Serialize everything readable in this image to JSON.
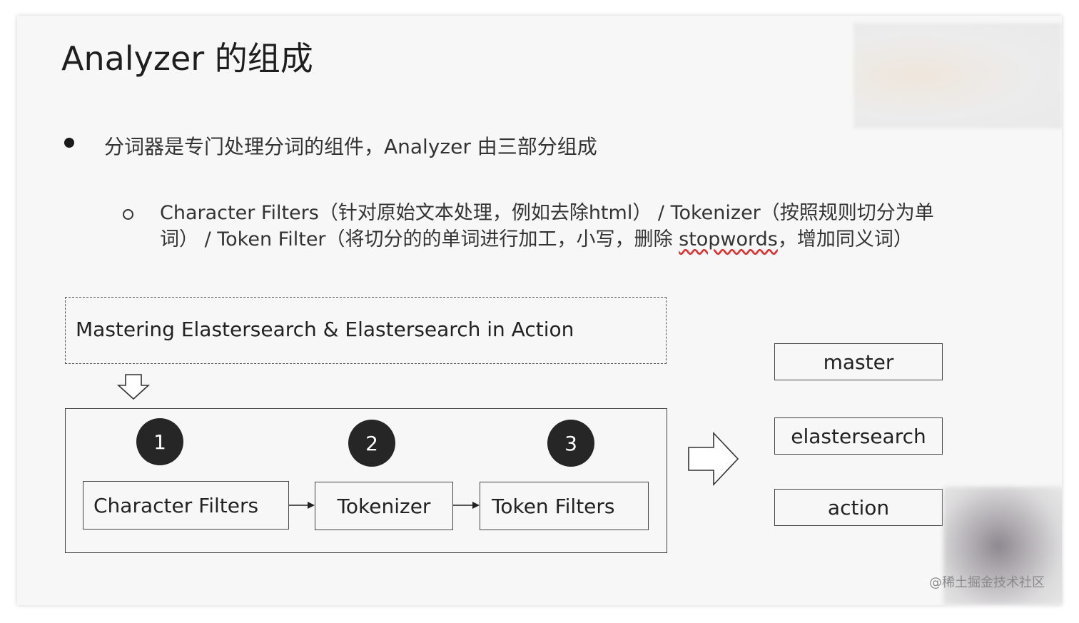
{
  "slide": {
    "title": "Analyzer 的组成",
    "bullet": "分词器是专门处理分词的组件，Analyzer 由三部分组成",
    "sub_bullet": {
      "part1": "Character Filters（针对原始文本处理，例如去除html） / Tokenizer（按照规则切分为单词） / Token Filter（将切分的的单词进行加工，小写，删除 ",
      "stopwords": "stopwords",
      "part2": "，增加同义词）"
    }
  },
  "diagram": {
    "input_text": "Mastering Elastersearch & Elastersearch in Action",
    "steps": [
      {
        "number": "1",
        "label": "Character Filters"
      },
      {
        "number": "2",
        "label": "Tokenizer"
      },
      {
        "number": "3",
        "label": "Token Filters"
      }
    ],
    "tokens": [
      "master",
      "elastersearch",
      "action"
    ]
  },
  "watermark": "@稀土掘金技术社区",
  "colors": {
    "slide_bg": "#f7f7f7",
    "circle": "#262626",
    "line": "#444444"
  }
}
